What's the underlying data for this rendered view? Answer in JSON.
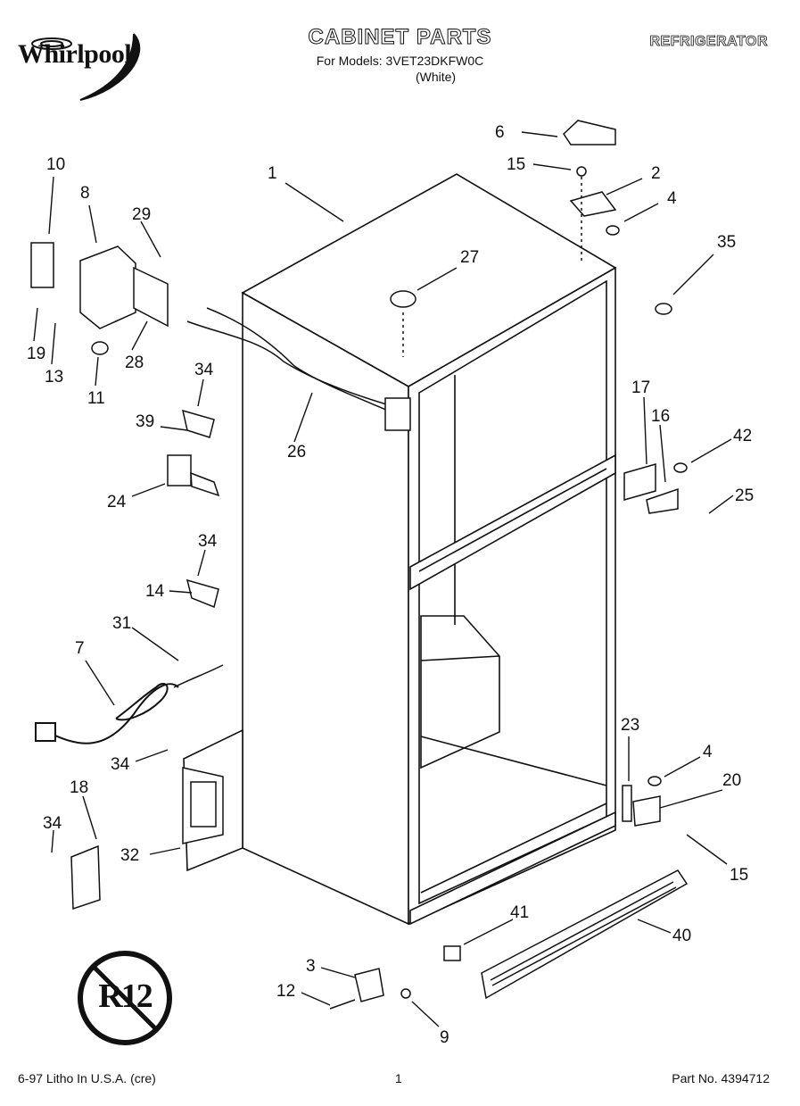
{
  "header": {
    "brand": "Whirlpool",
    "title": "CABINET PARTS",
    "models_line": "For Models: 3VET23DKFW0C",
    "color_line": "(White)",
    "category": "REFRIGERATOR"
  },
  "footer": {
    "litho": "6-97 Litho In U.S.A. (cre)",
    "page": "1",
    "part_no": "Part No. 4394712"
  },
  "callouts": [
    "1",
    "2",
    "3",
    "4",
    "6",
    "7",
    "8",
    "9",
    "10",
    "11",
    "12",
    "13",
    "14",
    "15",
    "16",
    "17",
    "18",
    "19",
    "20",
    "23",
    "24",
    "25",
    "26",
    "27",
    "28",
    "29",
    "31",
    "32",
    "34",
    "35",
    "39",
    "40",
    "41",
    "42"
  ],
  "labels": {
    "c1": "1",
    "c6": "6",
    "c15a": "15",
    "c2": "2",
    "c4a": "4",
    "c35": "35",
    "c27": "27",
    "c10": "10",
    "c8": "8",
    "c29": "29",
    "c19": "19",
    "c13": "13",
    "c11": "11",
    "c28": "28",
    "c34a": "34",
    "c39": "39",
    "c26": "26",
    "c24": "24",
    "c17": "17",
    "c16": "16",
    "c42": "42",
    "c25": "25",
    "c34b": "34",
    "c14": "14",
    "c31": "31",
    "c7": "7",
    "c34c": "34",
    "c18": "18",
    "c34d": "34",
    "c32": "32",
    "c23": "23",
    "c4b": "4",
    "c20": "20",
    "c15b": "15",
    "c41": "41",
    "c40": "40",
    "c3": "3",
    "c12": "12",
    "c9": "9"
  },
  "badge_text": "R12"
}
